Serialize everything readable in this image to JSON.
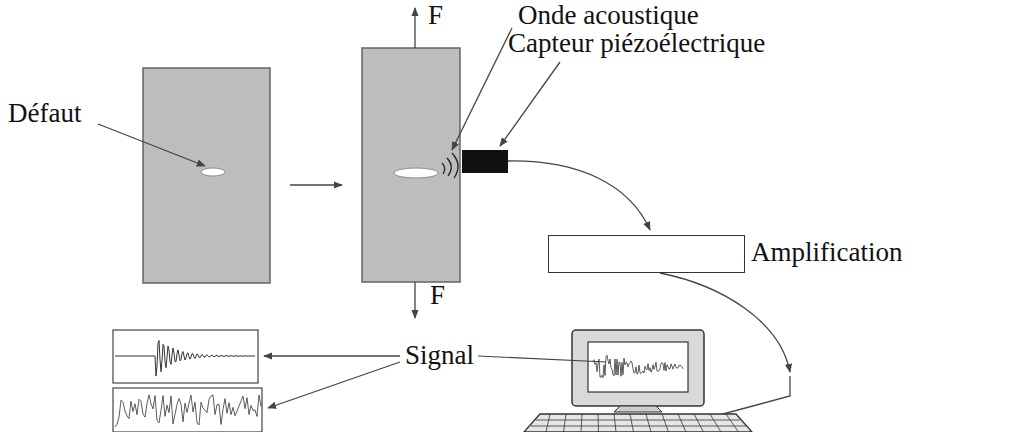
{
  "diagram": {
    "nodes": [
      {
        "text": [
          "Amplification"
        ]
      }
    ],
    "labels": [
      "F",
      "Onde acoustique",
      "Capteur piézoélectrique",
      "Défaut",
      "F",
      "Signal"
    ]
  }
}
